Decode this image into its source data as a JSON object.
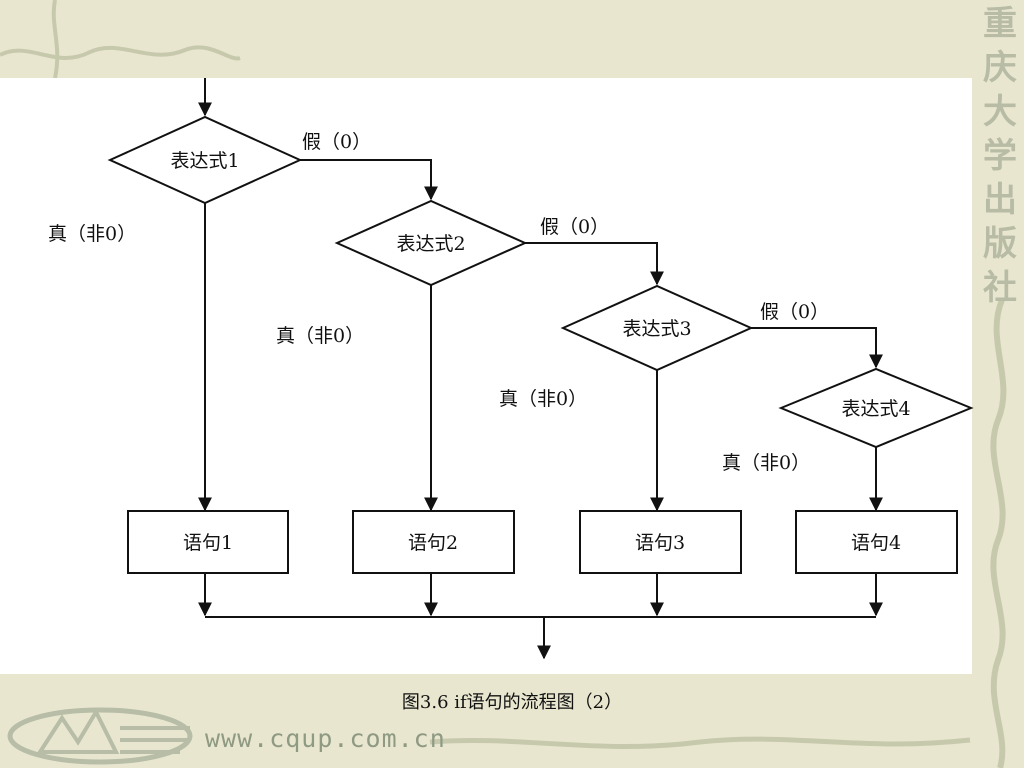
{
  "diagram": {
    "conditions": [
      "表达式1",
      "表达式2",
      "表达式3",
      "表达式4"
    ],
    "statements": [
      "语句1",
      "语句2",
      "语句3",
      "语句4"
    ],
    "false_label": "假（0）",
    "true_label": "真（非0）"
  },
  "caption": "图3.6  if语句的流程图（2）",
  "footer": {
    "website": "www.cqup.com.cn",
    "publisher": [
      "重",
      "庆",
      "大",
      "学",
      "出",
      "版",
      "社"
    ]
  },
  "colors": {
    "background": "#e9e6cf",
    "panel": "#ffffff",
    "line": "#111111",
    "decoration": "#b8bca5"
  }
}
